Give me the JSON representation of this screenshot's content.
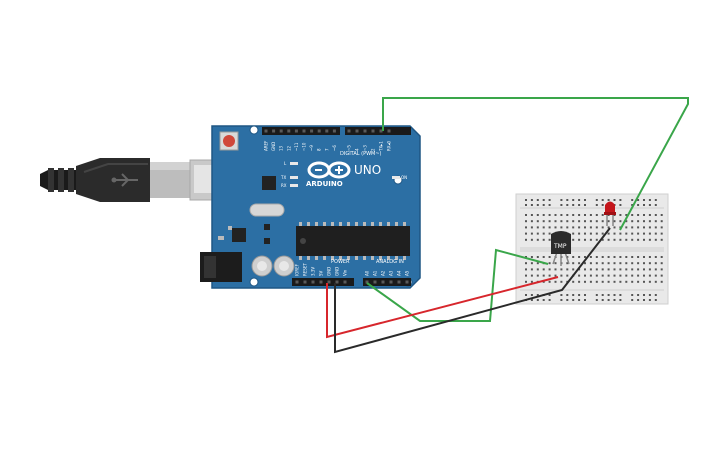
{
  "board": {
    "brand": "ARDUINO",
    "model": "UNO",
    "digital_label": "DIGITAL (PWM~)",
    "power_label": "POWER",
    "analog_label": "ANALOG IN",
    "led_labels": {
      "l": "L",
      "tx": "TX",
      "rx": "RX",
      "on": "ON"
    },
    "digital_pins": [
      "AREF",
      "GND",
      "13",
      "12",
      "~11",
      "~10",
      "~9",
      "8",
      "7",
      "~6",
      "~5",
      "4",
      "~3",
      "2",
      "TX▸1",
      "RX◂0"
    ],
    "power_pins": [
      "IOREF",
      "RESET",
      "3.3V",
      "5V",
      "GND",
      "GND",
      "Vin"
    ],
    "analog_pins": [
      "A0",
      "A1",
      "A2",
      "A3",
      "A4",
      "A5"
    ]
  },
  "sensor": {
    "label": "TMP"
  },
  "colors": {
    "board": "#2c6fa4",
    "board_edge": "#1f5683",
    "wire_green": "#3aa64a",
    "wire_red": "#d7262c",
    "wire_black": "#2a2a2a",
    "led": "#c4161c",
    "breadboard": "#e9e9e9"
  }
}
